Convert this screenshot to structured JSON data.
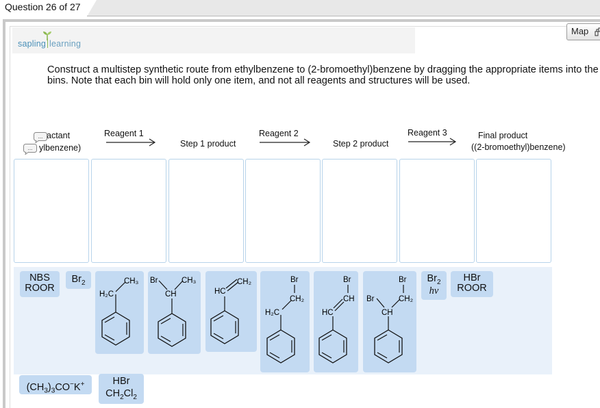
{
  "header": {
    "question_tab": "Question 26 of 27"
  },
  "logo": {
    "left": "sapling",
    "right": "learning"
  },
  "map_button": {
    "label": "Map"
  },
  "instructions": "Construct a multistep synthetic route from ethylbenzene to (2-bromoethyl)benzene by dragging the appropriate items into the bins. Note that each bin will hold only one item, and not all reagents and structures will be used.",
  "columns": {
    "start_label_1": "actant",
    "start_label_2": "ylbenzene)",
    "reagent1": "Reagent 1",
    "step1": "Step 1 product",
    "reagent2": "Reagent 2",
    "step2": "Step 2 product",
    "reagent3": "Reagent 3",
    "final_1": "Final product",
    "final_2": "((2-bromoethyl)benzene)"
  },
  "tray": {
    "nbs_1": "NBS",
    "nbs_2": "ROOR",
    "br2": "Br",
    "br2_sub": "2",
    "br2hv_1": "Br",
    "br2hv_sub": "2",
    "br2hv_2": "hv",
    "hbr_roor_1": "HBr",
    "hbr_roor_2": "ROOR",
    "tbuok_1": "(CH",
    "tbuok_sub": "3",
    "tbuok_2": ")",
    "tbuok_sub2": "3",
    "tbuok_3": "CO",
    "tbuok_sup": "−",
    "tbuok_4": "K",
    "tbuok_sup2": "+",
    "hbr_ch2cl2_1": "HBr",
    "hbr_ch2cl2_2": "CH",
    "hbr_ch2cl2_sub": "2",
    "hbr_ch2cl2_3": "Cl",
    "hbr_ch2cl2_sub2": "2"
  },
  "structures": {
    "ch3": "CH₃",
    "h2c": "H₂C",
    "ch2": "CH₂",
    "br": "Br",
    "ch": "CH",
    "hc": "HC"
  },
  "colors": {
    "tile": "#c3daf2",
    "tray": "#e9f1fa",
    "bin_border": "#b7d3ea",
    "logo": "#4a90b8"
  }
}
